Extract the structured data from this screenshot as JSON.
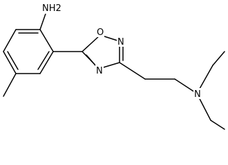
{
  "molecule": {
    "atom_labels": {
      "amine": "NH2",
      "oxadiazole_o": "O",
      "oxadiazole_n_top": "N",
      "oxadiazole_n_bottom": "N",
      "diethylamine_n": "N"
    },
    "colors": {
      "ink": "#000000",
      "background": "#ffffff"
    }
  }
}
